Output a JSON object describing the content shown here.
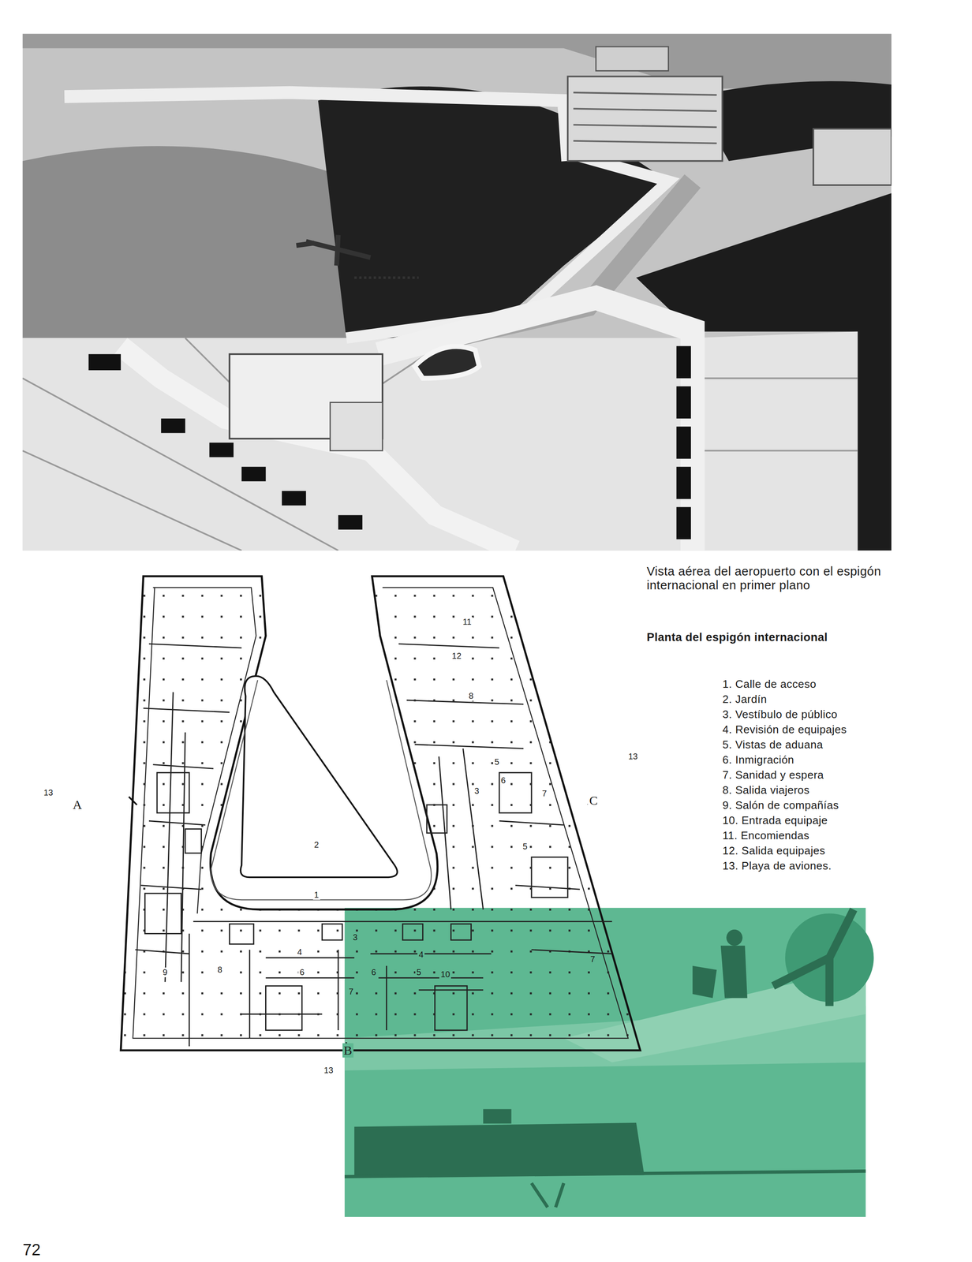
{
  "diagram": {
    "title": "Planta del espigón internacional",
    "caption": "Vista aérea del aeropuerto con el espigón internacional en primer plano",
    "labels": [
      "11",
      "12",
      "8",
      "13",
      "5",
      "6",
      "3",
      "7",
      "13",
      "A",
      "C",
      "2",
      "5",
      "1",
      "3",
      "4",
      "4",
      "7",
      "8",
      "6",
      "6",
      "5",
      "10",
      "9",
      "7",
      "B",
      "13",
      "1. Calle de acceso",
      "2. Jardín",
      "3. Vestíbulo de público",
      "4. Revisión de equipajes",
      "5. Vistas de aduana",
      "6. Inmigración",
      "7. Sanidad y espera",
      "8. Salida viajeros",
      "9. Salón de compañías",
      "10. Entrada equipaje",
      "11. Encomiendas",
      "12. Salida equipajes",
      "13. Playa de aviones.",
      "72"
    ]
  }
}
